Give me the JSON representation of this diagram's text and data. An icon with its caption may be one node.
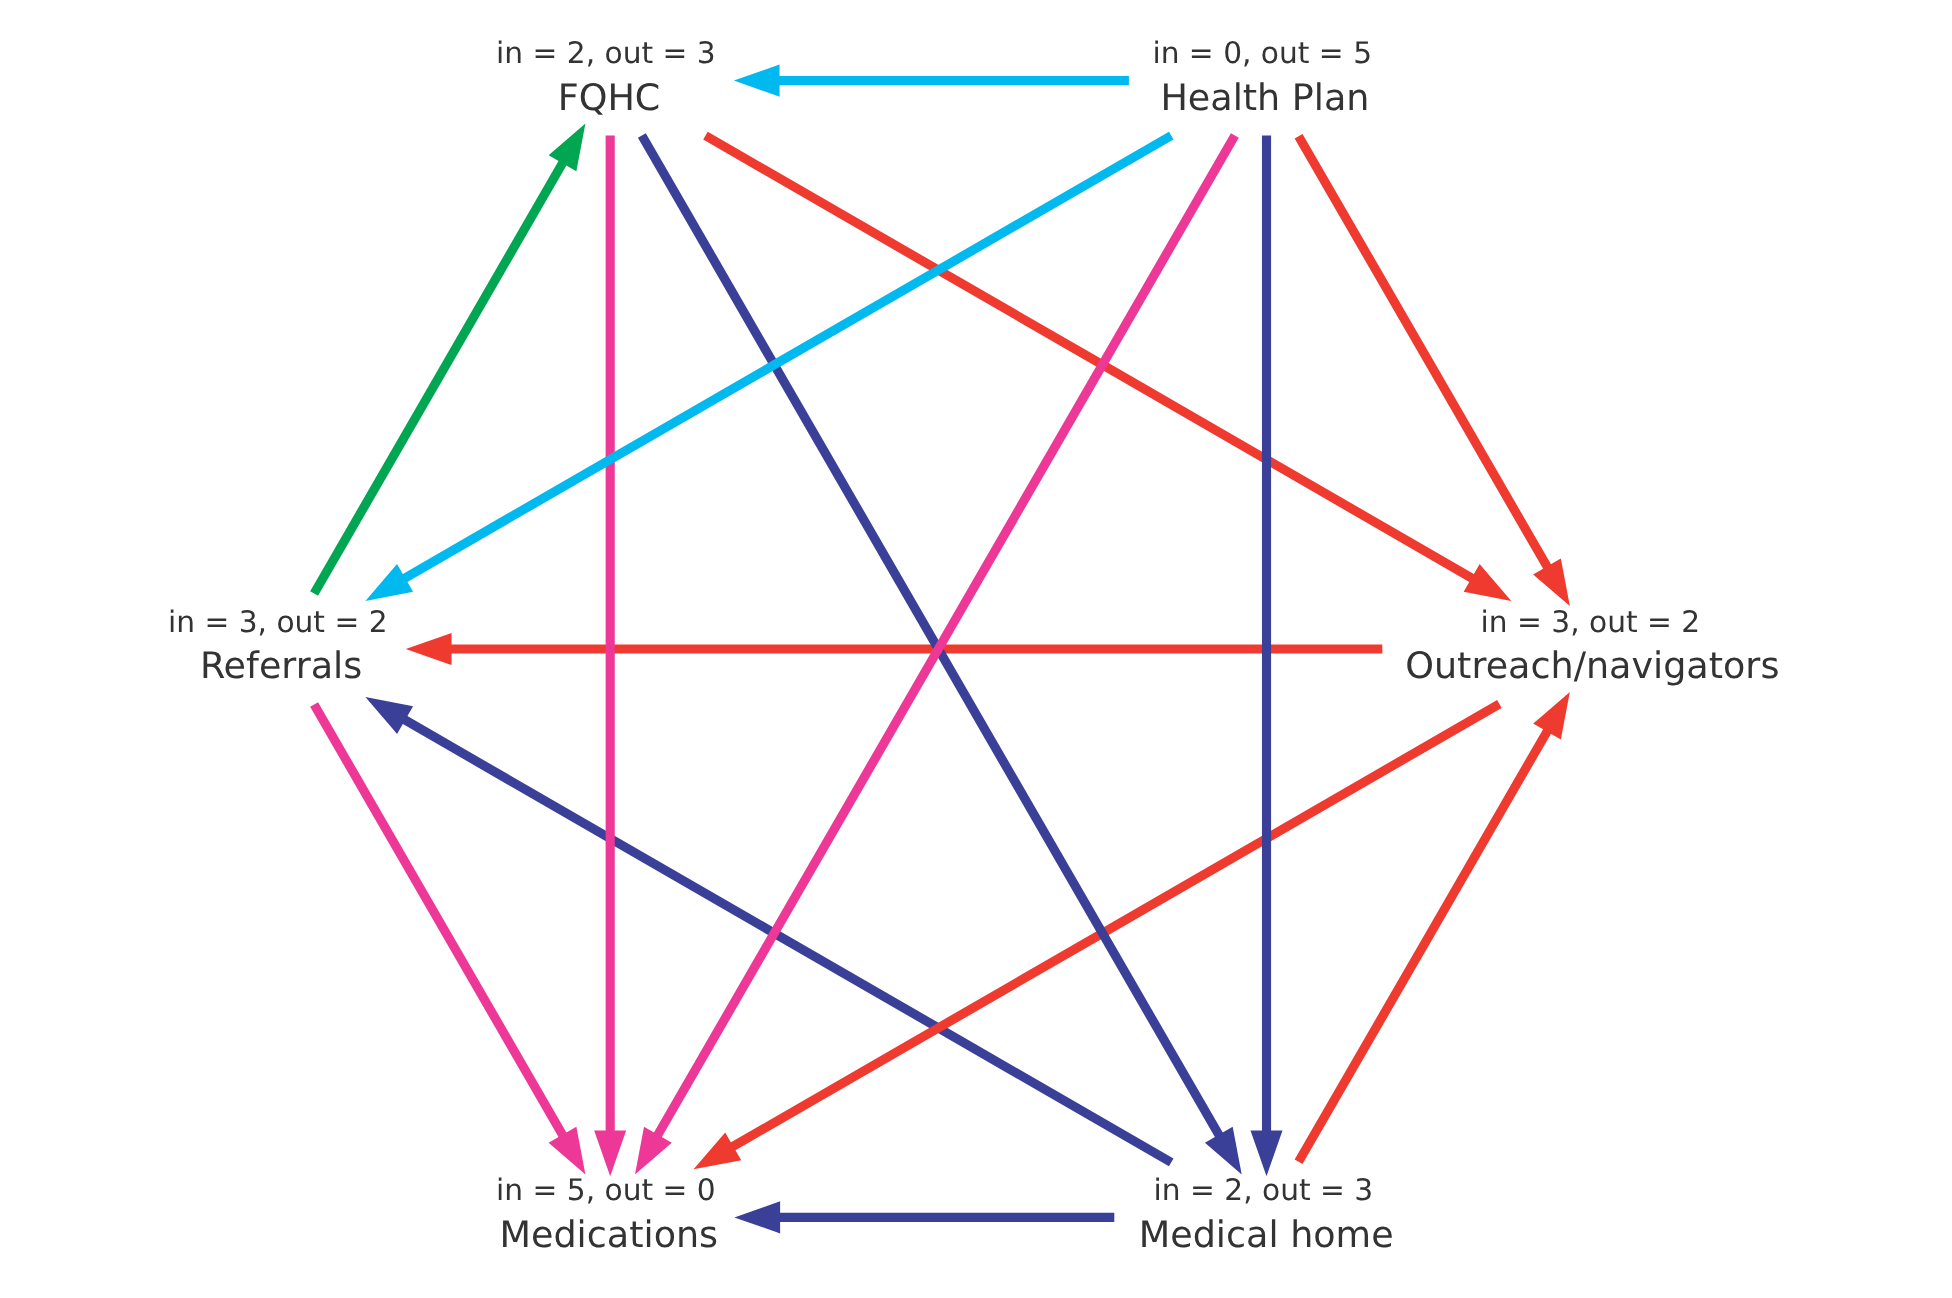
{
  "diagram": {
    "nodes": [
      {
        "text": [
          "Medical home"
        ],
        "beside": [
          "in = 2, out = 3"
        ]
      },
      {
        "text": [
          "Outreach/navigators"
        ],
        "beside": [
          "in = 3, out = 2"
        ]
      },
      {
        "text": [
          "Referrals"
        ],
        "beside": [
          "in = 3, out = 2"
        ]
      },
      {
        "text": [
          "FQHC"
        ],
        "beside": [
          "in = 2, out = 3"
        ]
      },
      {
        "text": [
          "Health Plan"
        ],
        "beside": [
          "in = 0, out = 5"
        ]
      },
      {
        "text": [
          "Medications"
        ],
        "beside": [
          "in = 5, out = 0"
        ]
      }
    ],
    "edges": [
      {
        "from": 0,
        "to": 5,
        "arrow": "to",
        "color": "#3a3f98"
      },
      {
        "from": 4,
        "to": 0,
        "arrow": "to",
        "color": "#3a3f98"
      },
      {
        "from": 3,
        "to": 0,
        "arrow": "to",
        "color": "#3a3f98"
      },
      {
        "from": 0,
        "to": 2,
        "arrow": "to",
        "color": "#3a3f98"
      },
      {
        "from": 0,
        "to": 1,
        "arrow": "to",
        "color": "#ef3a2f"
      },
      {
        "from": 1,
        "to": 5,
        "arrow": "to",
        "color": "#ef3a2f"
      },
      {
        "from": 1,
        "to": 2,
        "arrow": "to",
        "color": "#ef3a2f"
      },
      {
        "from": 4,
        "to": 1,
        "arrow": "to",
        "color": "#ef3a2f"
      },
      {
        "from": 3,
        "to": 1,
        "arrow": "to",
        "color": "#ef3a2f"
      },
      {
        "from": 4,
        "to": 5,
        "arrow": "to",
        "color": "#ed3897"
      },
      {
        "from": 3,
        "to": 5,
        "arrow": "to",
        "color": "#ed3897"
      },
      {
        "from": 2,
        "to": 5,
        "arrow": "to",
        "color": "#ed3897"
      },
      {
        "from": 4,
        "to": 2,
        "arrow": "to",
        "color": "#00b9ef"
      },
      {
        "from": 4,
        "to": 3,
        "arrow": "to",
        "color": "#00b9ef"
      },
      {
        "from": 2,
        "to": 3,
        "arrow": "to",
        "color": "#00a651"
      }
    ]
  }
}
